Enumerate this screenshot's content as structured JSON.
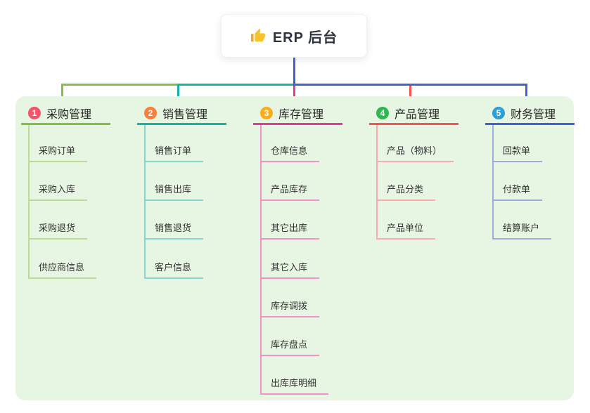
{
  "root": {
    "label": "ERP 后台",
    "icon": "thumbs-up-icon",
    "stem_color": "#4b5bd6"
  },
  "panel": {
    "background": "#e7f6e2"
  },
  "branches": [
    {
      "badge": "1",
      "title": "采购管理",
      "badge_color": "#f5536b",
      "line_color": "#84c044",
      "sub_line_color": "#b9dd95",
      "items": [
        "采购订单",
        "采购入库",
        "采购退货",
        "供应商信息"
      ]
    },
    {
      "badge": "2",
      "title": "销售管理",
      "badge_color": "#f8803f",
      "line_color": "#16b3a8",
      "sub_line_color": "#86d5ce",
      "items": [
        "销售订单",
        "销售出库",
        "销售退货",
        "客户信息"
      ]
    },
    {
      "badge": "3",
      "title": "库存管理",
      "badge_color": "#fbad19",
      "line_color": "#e03a9c",
      "sub_line_color": "#f193ca",
      "items": [
        "仓库信息",
        "产品库存",
        "其它出库",
        "其它入库",
        "库存调拨",
        "库存盘点",
        "出库库明细"
      ]
    },
    {
      "badge": "4",
      "title": "产品管理",
      "badge_color": "#2fb750",
      "line_color": "#f85454",
      "sub_line_color": "#fbabab",
      "items": [
        "产品（物料）",
        "产品分类",
        "产品单位"
      ]
    },
    {
      "badge": "5",
      "title": "财务管理",
      "badge_color": "#2a9fd8",
      "line_color": "#3f63d2",
      "sub_line_color": "#9fadde",
      "items": [
        "回款单",
        "付款单",
        "结算账户"
      ]
    }
  ]
}
